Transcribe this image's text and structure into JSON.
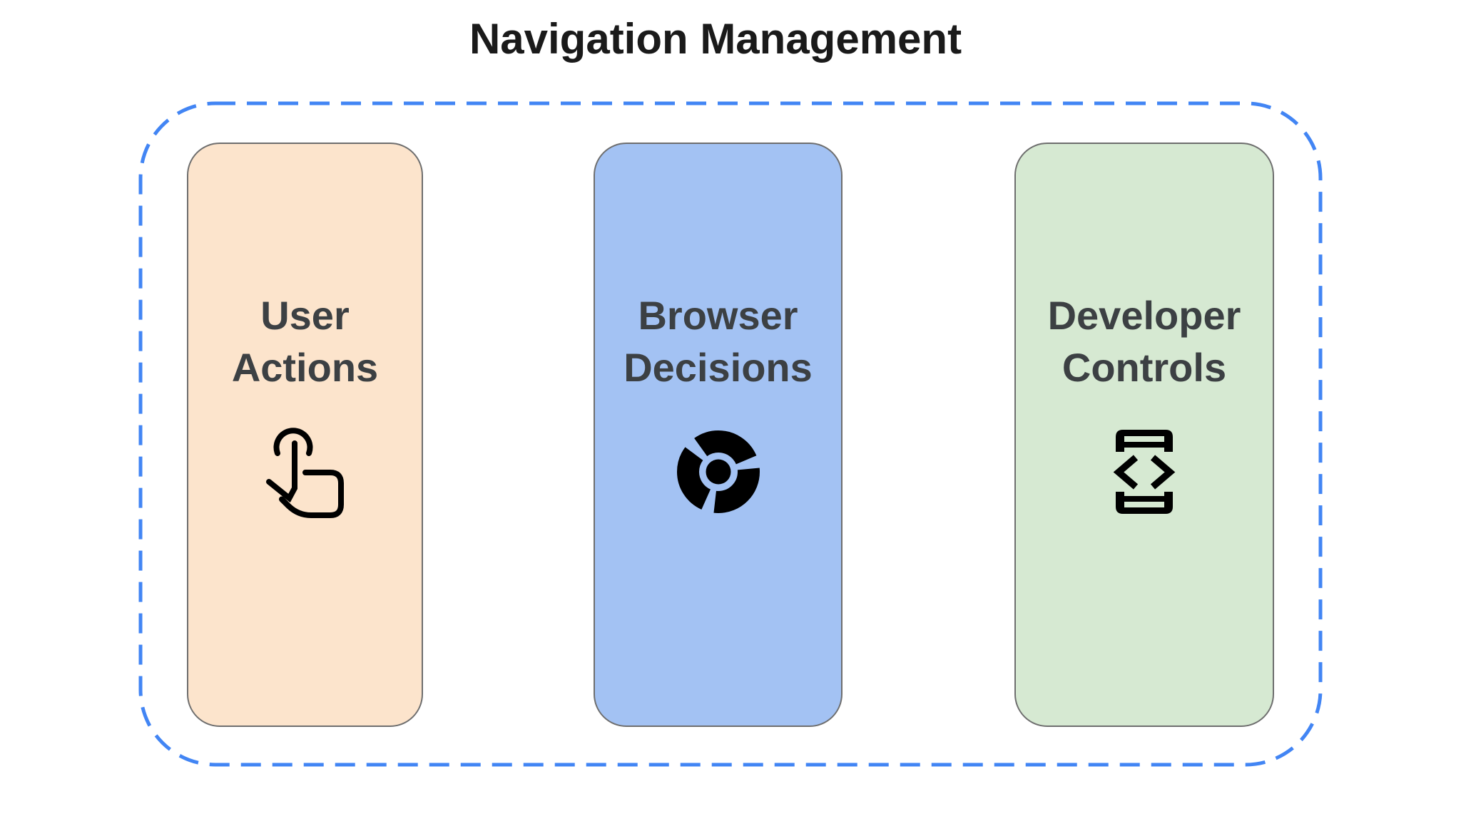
{
  "title": "Navigation Management",
  "colors": {
    "background": "#ffffff",
    "frame_border": "#4285f4",
    "title_text": "#1a1a1a",
    "card_text": "#3c4043",
    "card_border": "#6e6e6e",
    "icon": "#000000"
  },
  "cards": [
    {
      "name": "user-actions",
      "title": "User\nActions",
      "bg": "#fce4cc",
      "icon": "tap-gesture-icon"
    },
    {
      "name": "browser-decisions",
      "title": "Browser\nDecisions",
      "bg": "#a3c2f3",
      "icon": "chrome-browser-icon"
    },
    {
      "name": "developer-controls",
      "title": "Developer\nControls",
      "bg": "#d6e9d2",
      "icon": "developer-mode-icon"
    }
  ]
}
